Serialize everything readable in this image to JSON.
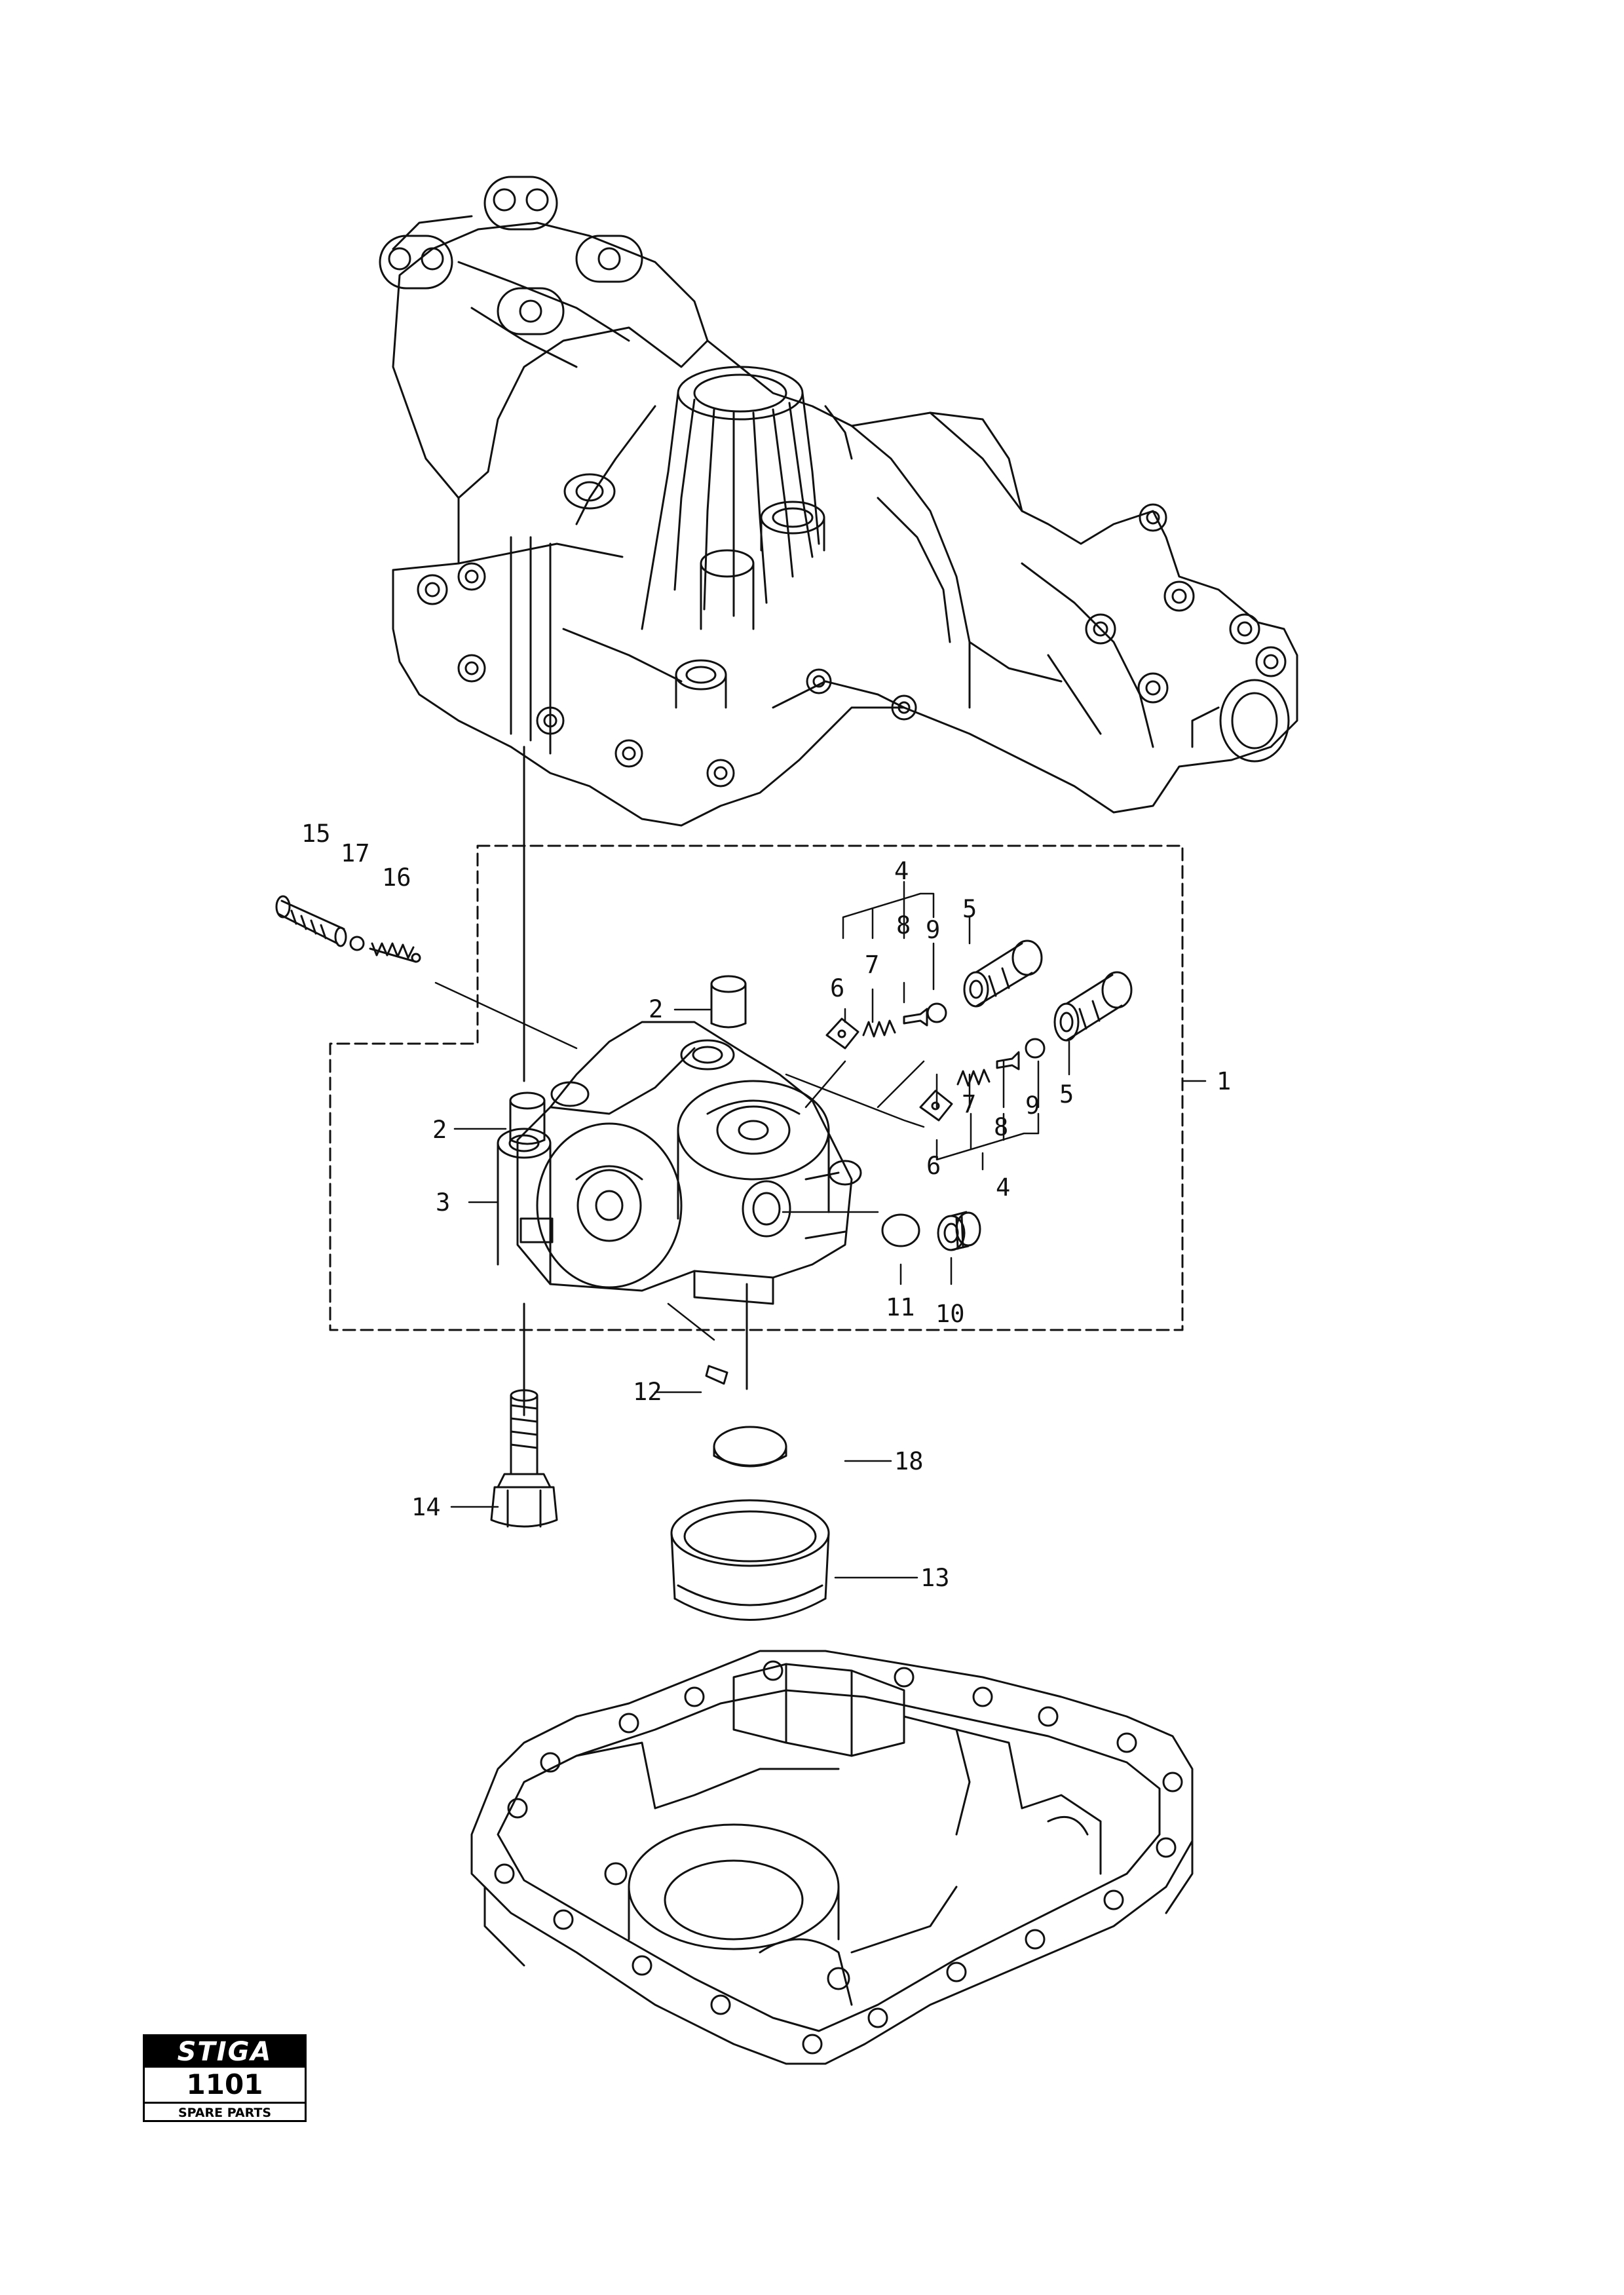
{
  "callouts": {
    "c1": "1",
    "c2a": "2",
    "c2b": "2",
    "c3": "3",
    "c4a": "4",
    "c4b": "4",
    "c5a": "5",
    "c5b": "5",
    "c6a": "6",
    "c6b": "6",
    "c7a": "7",
    "c7b": "7",
    "c8a": "8",
    "c8b": "8",
    "c9a": "9",
    "c9b": "9",
    "c10": "10",
    "c11": "11",
    "c12": "12",
    "c13": "13",
    "c14": "14",
    "c15": "15",
    "c16": "16",
    "c17": "17",
    "c18": "18"
  },
  "logo": {
    "brand": "STIGA",
    "number": "1101",
    "caption": "SPARE PARTS"
  }
}
